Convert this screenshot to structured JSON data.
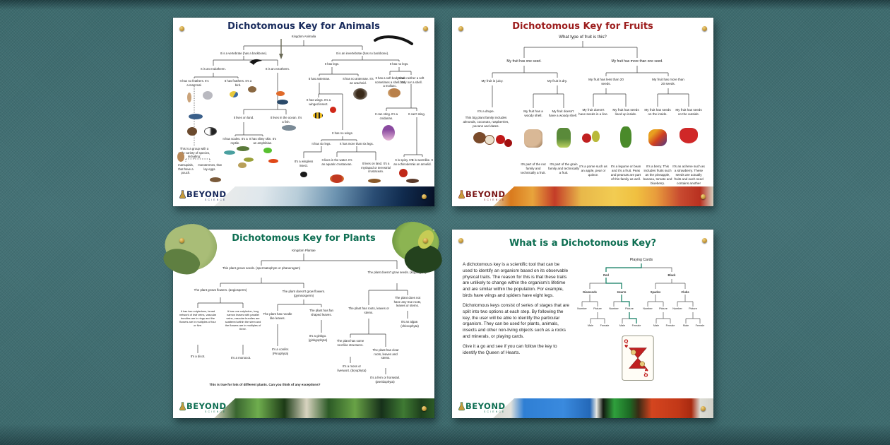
{
  "brand": {
    "name": "BEYOND",
    "sub": "SCIENCE"
  },
  "colors": {
    "board_background": "#3d6b6e",
    "pin_gold": "#c89b3a",
    "animals_accent": "#1b2d5e",
    "fruits_accent": "#9c1d1d",
    "plants_accent": "#0e6e52",
    "about_accent": "#0e6e52",
    "highlight_path_green": "#0c7b5f"
  },
  "posters": {
    "animals": {
      "title": "Dichotomous Key for Animals",
      "nodes": {
        "root": "Kingdom Animalia",
        "vertebrate": "It is a vertebrate (has a backbone).",
        "invertebrate": "It is an invertebrate (has no backbone).",
        "endotherm": "It is an endotherm.",
        "ectotherm": "It is an ectotherm.",
        "mammal": "It has no feathers. It's a mammal.",
        "bird": "It has feathers. It's a bird.",
        "group": "This is a group with a wide variety of species, including:",
        "marsupials": "marsupials, that have a pouch.",
        "monotremes": "monotremes, that lay eggs.",
        "land": "It lives on land.",
        "ocean": "It lives in the ocean. It's a fish.",
        "reptile": "It has scales. It's a reptile.",
        "amphibian": "It has slimy skin. It's an amphibian.",
        "has_legs": "It has legs.",
        "no_legs": "It has no legs.",
        "antennae": "It has antennae.",
        "no_antennae": "It has no antennae. It's an arachnid.",
        "wings": "It has wings. It's a winged insect.",
        "no_wings": "It has no wings.",
        "six_legs": "It has six legs.",
        "more_six": "It has more than six legs.",
        "wingless": "It's a wingless insect.",
        "aquatic": "It lives in the water. It's an aquatic crustacean.",
        "myriapod": "It lives on land. It's a myriapod or terrestrial crustacean.",
        "mollusc": "It has a soft body and sometimes a shell. It's a mollusc.",
        "no_soft": "It has neither a soft body nor a shell.",
        "sting": "It can sting. It's a cnidarian.",
        "no_sting": "It can't sting.",
        "spiny": "It is spiny. It's an echinoderm.",
        "wormlike": "It is wormlike. It is an annelid."
      }
    },
    "fruits": {
      "title": "Dichotomous Key for Fruits",
      "nodes": {
        "root": "What type of fruit is this?",
        "one_seed": "My fruit has one seed.",
        "many_seeds": "My fruit has more than one seed.",
        "juicy": "My fruit is juicy.",
        "dry": "My fruit is dry.",
        "less20": "My fruit has less than 20 seeds.",
        "more20": "My fruit has more than 20 seeds.",
        "drupe": "It's a drupe.",
        "drupe_family": "This big plant family includes almonds, coconuts, raspberries, pecans and dates.",
        "woody": "My fruit has a woody shell.",
        "no_woody": "My fruit doesn't have a woody shell.",
        "no_line": "My fruit doesn't have seeds in a line.",
        "lined": "My fruit has seeds lined up inside.",
        "inside": "My fruit has seeds on the inside.",
        "outside": "My fruit has seeds on the outside.",
        "nut": "It's part of the nut family and technically a fruit.",
        "grain": "It's part of the grain family and technically a fruit.",
        "pome": "It's a pome such as an apple, pear or quince.",
        "legume": "It's a legume or bean and it's a fruit. Peas and peanuts are part of this family as well.",
        "berry": "It's a berry. This includes fruits such as the pineapple, banana, tomato and blueberry.",
        "achene": "It's an achene such as a strawberry. These seeds are actually fruits and each seed contains another seed."
      }
    },
    "plants": {
      "title": "Dichotomous Key for Plants",
      "nodes": {
        "root": "Kingdom Plantae",
        "seeds": "This plant grows seeds. (spermatophyte or phanerogam)",
        "no_seeds": "The plant doesn't grow seeds. (kryptogam)",
        "flowers": "The plant grows flowers. (angiosperm)",
        "no_flowers": "The plant doesn't grow flowers. (gymnosperm)",
        "dicot_desc": "It has two cotyledons, broad network of leaf veins, vascular bundles are in rings and the flowers are in multiples of four or five.",
        "monocot_desc": "It has one cotyledon, long narrow leaves with parallel veins, vascular bundles are scattered within the stem and the flowers are in multiples of three.",
        "dicot": "It's a dicot.",
        "monocot": "It's a monocot.",
        "needle": "The plant has needle like leaves.",
        "fan": "The plant has fan shaped leaves.",
        "conifer": "It's a conifer. (Pinophyta)",
        "ginkgo": "It's a ginkgo. (ginkgophyta)",
        "roots": "The plant has roots, leaves or stems.",
        "no_true": "The plant does not have any true roots, leaves or stems.",
        "algae": "It's an algae. (chlorophyta)",
        "root_like": "The plant has some root like structures.",
        "clear": "The plant has clear roots, leaves and stems.",
        "moss": "It's a moss or liverwort. (bryophyta)",
        "fern": "It's a fern or horsetail. (pteridophyta)",
        "note": "This is true for lots of different plants. Can you think of any exceptions?"
      }
    },
    "about": {
      "title": "What is a Dichotomous Key?",
      "paragraphs": {
        "p1": "A dichotomous key is a scientific tool that can be used to identify an organism based on its observable physical traits. The reason for this is that these traits are unlikely to change within the organism's lifetime and are similar within the population. For example, birds have wings and spiders have eight legs.",
        "p2": "Dichotomous keys consist of series of stages that are split into two options at each step. By following the key, the user will be able to identify the particular organism. They can be used for plants, animals, insects and other non-living objects such as a rocks and minerals, or playing cards.",
        "p3": "Give it a go and see if you can follow the key to identify the Queen of Hearts."
      },
      "cards": {
        "root": "Playing Cards",
        "red": "Red",
        "black": "Black",
        "diamonds": "Diamonds",
        "hearts": "Hearts",
        "spades": "Spades",
        "clubs": "Clubs",
        "number": "Number",
        "picture": "Picture",
        "male": "Male",
        "female": "Female"
      },
      "card": {
        "rank": "Q",
        "suit": "♥"
      }
    }
  }
}
